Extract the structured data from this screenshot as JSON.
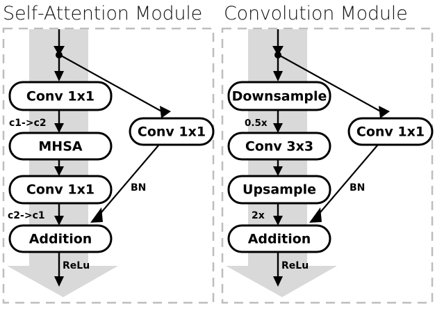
{
  "figure": {
    "background_color": "#ffffff",
    "accent_colors": {
      "flow_band": "#d9d9d9",
      "panel_border": "#bdbdbd",
      "stroke": "#000000"
    }
  },
  "modules": [
    {
      "id": "self-attention",
      "title": "Self-Attention Module",
      "main_path_nodes": [
        {
          "id": "conv1",
          "label": "Conv 1x1"
        },
        {
          "id": "mhsa",
          "label": "MHSA"
        },
        {
          "id": "conv2",
          "label": "Conv 1x1"
        },
        {
          "id": "addition",
          "label": "Addition"
        }
      ],
      "shortcut_node": {
        "id": "shortcut-conv",
        "label": "Conv 1x1"
      },
      "edge_labels": {
        "after_conv1": "c1->c2",
        "after_conv2": "c2->c1",
        "shortcut": "BN",
        "output": "ReLu"
      }
    },
    {
      "id": "convolution",
      "title": "Convolution Module",
      "main_path_nodes": [
        {
          "id": "downsample",
          "label": "Downsample"
        },
        {
          "id": "conv3x3",
          "label": "Conv 3x3"
        },
        {
          "id": "upsample",
          "label": "Upsample"
        },
        {
          "id": "addition",
          "label": "Addition"
        }
      ],
      "shortcut_node": {
        "id": "shortcut-conv",
        "label": "Conv 1x1"
      },
      "edge_labels": {
        "after_conv1": "0.5x",
        "after_conv2": "2x",
        "shortcut": "BN",
        "output": "ReLu"
      }
    }
  ]
}
